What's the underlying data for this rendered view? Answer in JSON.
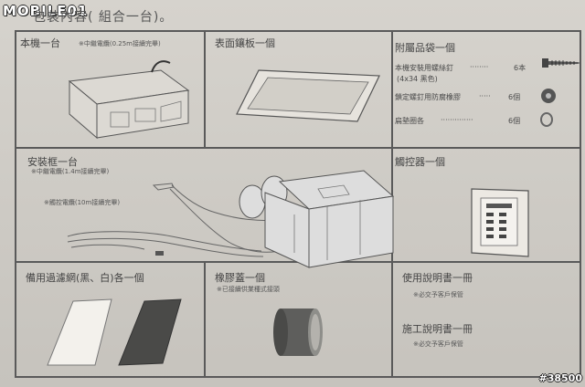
{
  "watermark": "MOBILE01",
  "badge": "#38500",
  "header": {
    "title": "包裝內容(  組合一台)。"
  },
  "cells": {
    "main_unit": {
      "title": "本機一台",
      "note": "※中繼電纜(0.25m接續完畢)"
    },
    "panel": {
      "title": "表面鑲板一個"
    },
    "accessory": {
      "title": "附屬品袋一個",
      "items": [
        {
          "label": "本機安裝用螺絲釘",
          "sub": "(4x34 黑色)",
          "qty": "6本"
        },
        {
          "label": "鎖定螺釘用防腐橡膠",
          "qty": "6個"
        },
        {
          "label": "扁墊圈各",
          "qty": "6個"
        }
      ]
    },
    "frame": {
      "title": "安裝框一台",
      "note1": "※中繼電纜(1.4m接續完畢)",
      "note2": "※觸控電纜(10m接續完畢)"
    },
    "remote": {
      "title": "觸控器一個"
    },
    "filter": {
      "title": "備用過濾網(黑、白)各一個"
    },
    "rubber": {
      "title": "橡膠蓋一個",
      "note": "※已接續供業種式接頭"
    },
    "manual": {
      "title": "使用說明書一冊",
      "note": "※必交予客戶保管"
    },
    "install": {
      "title": "施工說明書一冊",
      "note": "※必交予客戶保管"
    }
  }
}
